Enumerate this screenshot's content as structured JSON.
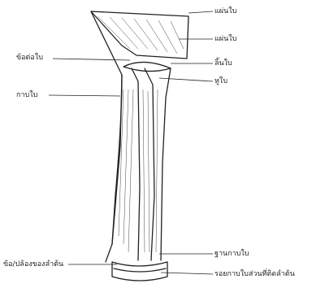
{
  "labels": {
    "leaf_blade_1": "แผ่นใบ",
    "leaf_blade_2": "แผ่นใบ",
    "ligule": "ลิ้นใบ",
    "auricle": "หูใบ",
    "leaf_collar": "ข้อต่อใบ",
    "leaf_sheath": "กาบใบ",
    "sheath_base": "ฐานกาบใบ",
    "node": "ข้อ/ปล้องของลำต้น",
    "sheath_scar": "รอยกาบใบส่วนที่ติดลำต้น"
  },
  "colors": {
    "ink": "#222222",
    "paper": "#ffffff"
  }
}
